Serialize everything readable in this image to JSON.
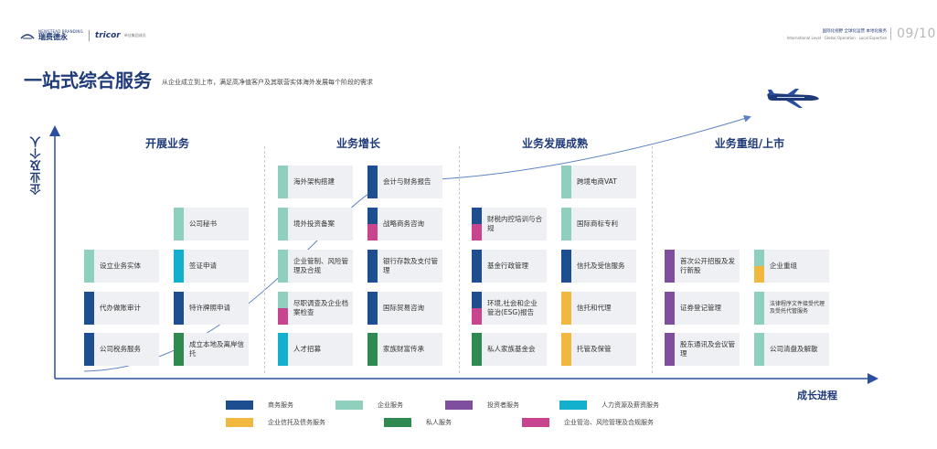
{
  "header": {
    "logo_top": "NEWSTEAD BRANDING",
    "logo_main": "瑞费德永",
    "logo_partner": "tricor",
    "logo_partner_sub": "卓佳集团成员",
    "tagline_cn": "国际化视野 全球化运营 本地化服务",
    "tagline_en": "International Level · Global Operation · Local Expertise",
    "page_number": "09/10"
  },
  "title": "一站式综合服务",
  "subtitle": "从企业成立到上市，满足高净值客户及其联营实体海外发展每个阶段的需求",
  "y_axis_label": "企业及个人",
  "x_axis_label": "成长进程",
  "phases": [
    "开展业务",
    "业务增长",
    "业务发展成熟",
    "业务重组/上市"
  ],
  "colors": {
    "business": "#1d4e8f",
    "corporate": "#8fcfbd",
    "investor": "#7d4f9c",
    "hr": "#12b0cc",
    "trust": "#f0b83e",
    "private": "#2f8a52",
    "governance": "#c9448f",
    "axis": "#2a4fa0",
    "curve": "#5b82c2"
  },
  "cards": [
    {
      "id": "c1",
      "label": "设立业务实体",
      "colors": [
        "corporate"
      ]
    },
    {
      "id": "c2",
      "label": "代办做账审计",
      "colors": [
        "business"
      ]
    },
    {
      "id": "c3",
      "label": "公司税务服务",
      "colors": [
        "business"
      ]
    },
    {
      "id": "c4",
      "label": "公司秘书",
      "colors": [
        "corporate"
      ]
    },
    {
      "id": "c5",
      "label": "签证申请",
      "colors": [
        "hr"
      ]
    },
    {
      "id": "c6",
      "label": "特许牌照申请",
      "colors": [
        "business"
      ]
    },
    {
      "id": "c7",
      "label": "成立本地及离岸信托",
      "colors": [
        "private"
      ]
    },
    {
      "id": "c8",
      "label": "海外架构搭建",
      "colors": [
        "corporate"
      ]
    },
    {
      "id": "c9",
      "label": "境外投资备案",
      "colors": [
        "corporate"
      ]
    },
    {
      "id": "c10",
      "label": "企业管制、风险管理及合规",
      "colors": [
        "corporate"
      ]
    },
    {
      "id": "c11",
      "label": "尽职调查及企业档案检查",
      "colors": [
        "corporate",
        "governance"
      ]
    },
    {
      "id": "c12",
      "label": "人才招募",
      "colors": [
        "hr"
      ]
    },
    {
      "id": "c13",
      "label": "会计与财务报告",
      "colors": [
        "business"
      ]
    },
    {
      "id": "c14",
      "label": "战略商务咨询",
      "colors": [
        "business",
        "governance"
      ]
    },
    {
      "id": "c15",
      "label": "银行存款及支付管理",
      "colors": [
        "business"
      ]
    },
    {
      "id": "c16",
      "label": "国际贸易咨询",
      "colors": [
        "business"
      ]
    },
    {
      "id": "c17",
      "label": "家族财富传承",
      "colors": [
        "private"
      ]
    },
    {
      "id": "c18",
      "label": "财税内控培训与合规",
      "colors": [
        "business",
        "governance"
      ]
    },
    {
      "id": "c19",
      "label": "基金行政管理",
      "colors": [
        "business"
      ]
    },
    {
      "id": "c20",
      "label": "环境,社会和企业管治(ESG)报告",
      "colors": [
        "business",
        "governance"
      ]
    },
    {
      "id": "c21",
      "label": "私人家族基金会",
      "colors": [
        "private"
      ]
    },
    {
      "id": "c22",
      "label": "跨境电商VAT",
      "colors": [
        "corporate"
      ]
    },
    {
      "id": "c23",
      "label": "国际商标专利",
      "colors": [
        "corporate"
      ]
    },
    {
      "id": "c24",
      "label": "信托及受信服务",
      "colors": [
        "business"
      ]
    },
    {
      "id": "c25",
      "label": "信托和代理",
      "colors": [
        "trust"
      ]
    },
    {
      "id": "c26",
      "label": "托管及保管",
      "colors": [
        "trust"
      ]
    },
    {
      "id": "c27",
      "label": "首次公开招股及发行新股",
      "colors": [
        "investor"
      ]
    },
    {
      "id": "c28",
      "label": "证券登记管理",
      "colors": [
        "investor"
      ]
    },
    {
      "id": "c29",
      "label": "股东通讯及会议管理",
      "colors": [
        "investor"
      ]
    },
    {
      "id": "c30",
      "label": "企业重组",
      "colors": [
        "corporate",
        "trust"
      ]
    },
    {
      "id": "c31",
      "label": "法律程序文件接受代理及受托代管服务",
      "colors": [
        "corporate"
      ]
    },
    {
      "id": "c32",
      "label": "公司清盘及解散",
      "colors": [
        "corporate"
      ]
    }
  ],
  "legend": [
    {
      "label": "商务服务",
      "color": "business"
    },
    {
      "label": "企业服务",
      "color": "corporate"
    },
    {
      "label": "投资者服务",
      "color": "investor"
    },
    {
      "label": "人力资源及薪资服务",
      "color": "hr"
    },
    {
      "label": "企业信托及债务服务",
      "color": "trust"
    },
    {
      "label": "私人服务",
      "color": "private"
    },
    {
      "label": "企业管治、风险管理及合规服务",
      "color": "governance"
    }
  ]
}
